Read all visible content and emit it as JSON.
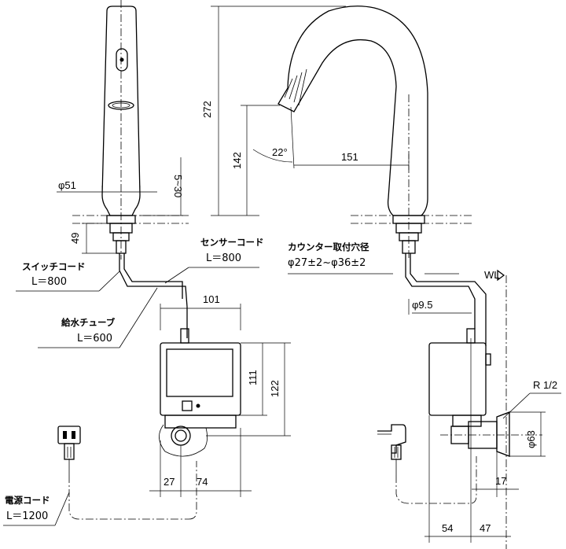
{
  "labels": {
    "dia51": "φ51",
    "dim5_30": "5~30",
    "dim49": "49",
    "sensor_cord": "センサーコード",
    "sensor_len": "L＝800",
    "switch_cord": "スイッチコード",
    "switch_len": "L＝800",
    "supply_tube": "給水チューブ",
    "supply_len": "L＝600",
    "dim101": "101",
    "dim111": "111",
    "dim122": "122",
    "dim27": "27",
    "dim74": "74",
    "power_cord": "電源コード",
    "power_len": "L＝1200",
    "dim272": "272",
    "dim142": "142",
    "angle22": "22°",
    "dim151": "151",
    "counter_hole": "カウンター取付穴径",
    "hole_range": "φ27±2~φ36±2",
    "wl": "WL",
    "dia9_5": "φ9.5",
    "r12": "R 1/2",
    "dia63": "φ63",
    "dim17": "17",
    "dim54": "54",
    "dim47": "47"
  }
}
